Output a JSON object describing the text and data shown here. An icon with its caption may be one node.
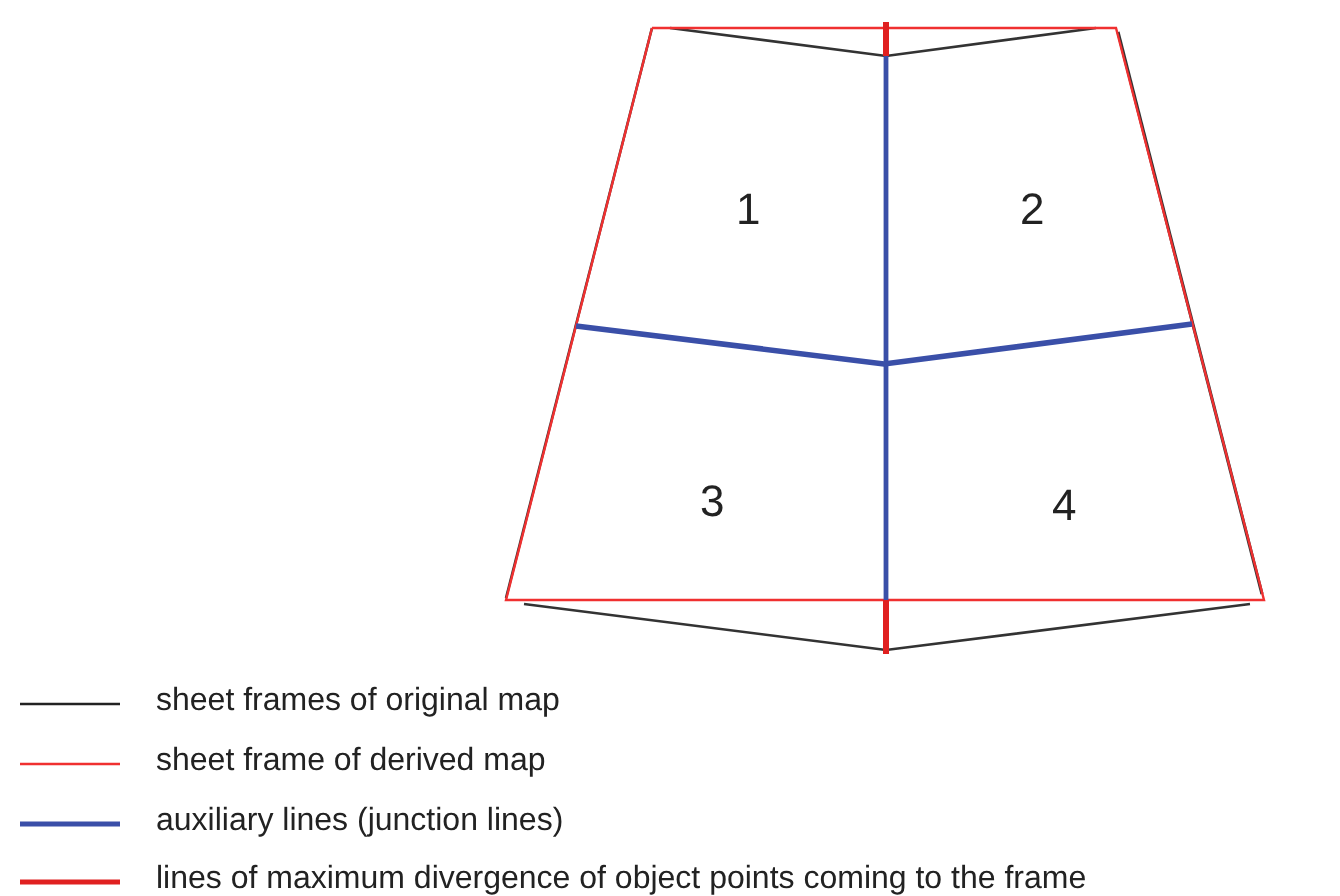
{
  "diagram": {
    "labels": [
      "1",
      "2",
      "3",
      "4"
    ],
    "legend": [
      {
        "text": "sheet frames of original map"
      },
      {
        "text": "sheet frame of derived map"
      },
      {
        "text": "auxiliary lines (junction lines)"
      },
      {
        "text": "lines of maximum divergence of object points coming to the frame"
      }
    ]
  }
}
